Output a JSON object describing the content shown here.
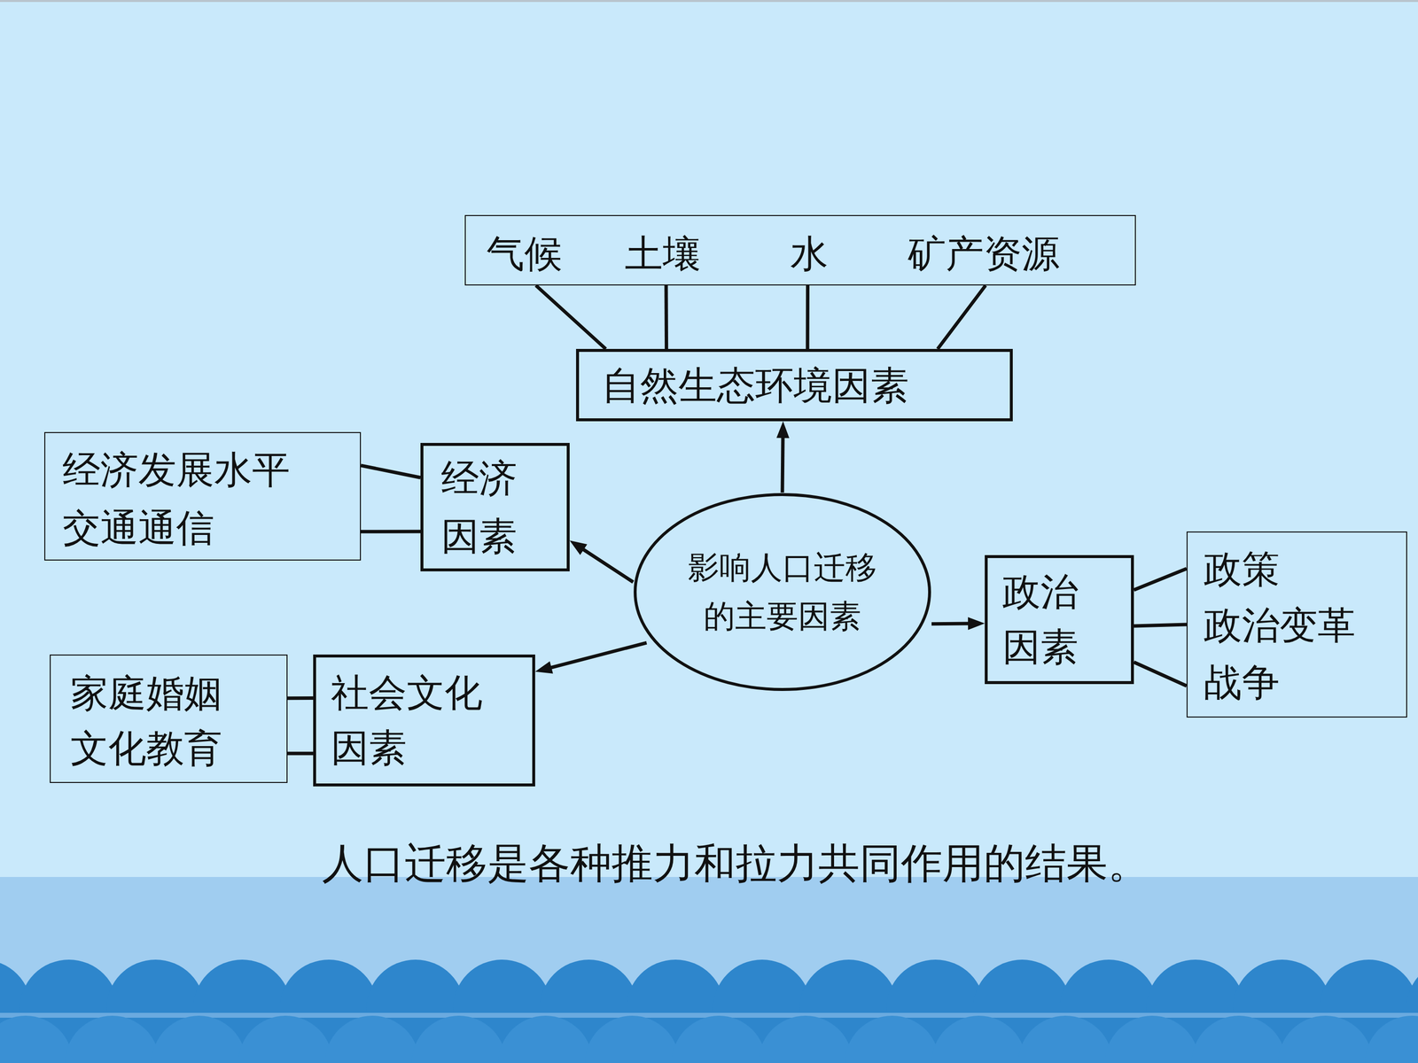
{
  "diagram": {
    "caption": "人口迁移是各种推力和拉力共同作用的结果。",
    "nodes": [
      {
        "text": [
          "气候",
          "土壤",
          "水",
          "矿产资源"
        ]
      },
      {
        "text": [
          "自然生态环境因素"
        ]
      },
      {
        "text": [
          "经济发展水平",
          "交通通信"
        ]
      },
      {
        "text": [
          "经济 因素"
        ]
      },
      {
        "text": [
          "影响人口迁移 的主要因素"
        ]
      },
      {
        "text": [
          "政治 因素"
        ]
      },
      {
        "text": [
          "政策",
          "政治变革",
          "战争"
        ]
      },
      {
        "text": [
          "家庭婚姻",
          "文化教育"
        ]
      },
      {
        "text": [
          "社会文化 因素"
        ]
      }
    ],
    "edges": [
      {
        "from": 0,
        "to": 1,
        "arrow": "none"
      },
      {
        "from": 0,
        "to": 1,
        "arrow": "none"
      },
      {
        "from": 0,
        "to": 1,
        "arrow": "none"
      },
      {
        "from": 0,
        "to": 1,
        "arrow": "none"
      },
      {
        "from": 4,
        "to": 1,
        "arrow": "to"
      },
      {
        "from": 2,
        "to": 3,
        "arrow": "none"
      },
      {
        "from": 2,
        "to": 3,
        "arrow": "none"
      },
      {
        "from": 4,
        "to": 3,
        "arrow": "to"
      },
      {
        "from": 4,
        "to": 5,
        "arrow": "to"
      },
      {
        "from": 5,
        "to": 6,
        "arrow": "none"
      },
      {
        "from": 5,
        "to": 6,
        "arrow": "none"
      },
      {
        "from": 5,
        "to": 6,
        "arrow": "none"
      },
      {
        "from": 4,
        "to": 8,
        "arrow": "to"
      },
      {
        "from": 7,
        "to": 8,
        "arrow": "none"
      },
      {
        "from": 7,
        "to": 8,
        "arrow": "none"
      }
    ]
  }
}
